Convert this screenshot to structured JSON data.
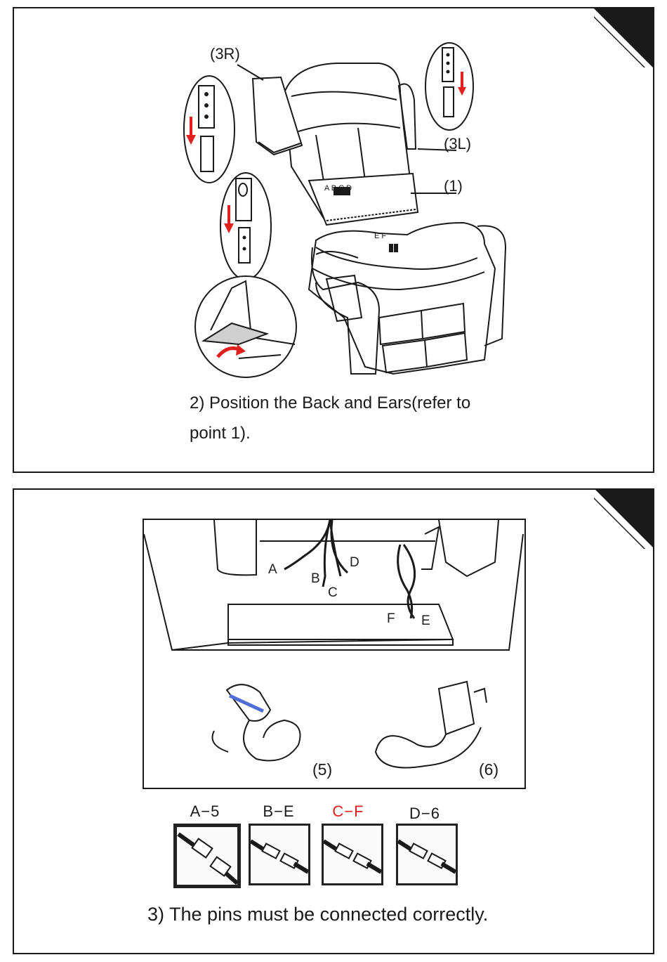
{
  "step2": {
    "labels": {
      "part_3r": "(3R)",
      "part_3l": "(3L)",
      "part_1": "(1)",
      "connectors_top": "A B C D",
      "connectors_seat": "E F"
    },
    "instruction_line1": "2) Position the Back and Ears(refer to",
    "instruction_line2": "point 1)."
  },
  "step3": {
    "frame_labels": {
      "a": "A",
      "b": "B",
      "c": "C",
      "d": "D",
      "e": "E",
      "f": "F",
      "remote": "(5)",
      "adapter": "(6)"
    },
    "pins": [
      {
        "label": "A−5",
        "color": "#1a1a1a"
      },
      {
        "label": "B−E",
        "color": "#1a1a1a"
      },
      {
        "label": "C−F",
        "color": "#e0201c"
      },
      {
        "label": "D−6",
        "color": "#1a1a1a"
      }
    ],
    "instruction": "3) The pins must be connected correctly."
  },
  "colors": {
    "accent_red": "#e0201c",
    "corner_black": "#1a1a1a"
  }
}
